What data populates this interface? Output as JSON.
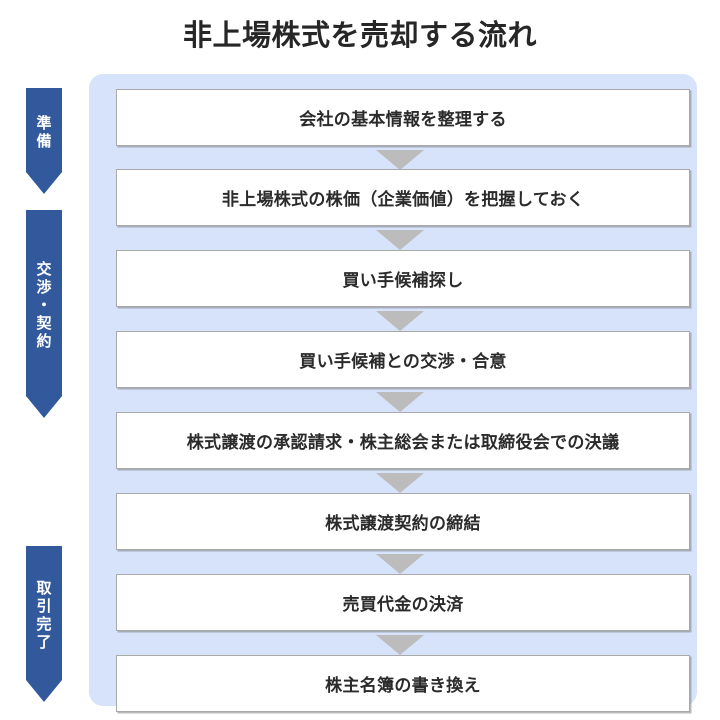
{
  "title": "非上場株式を売却する流れ",
  "colors": {
    "panel_background": "#d6e3fb",
    "phase_arrow": "#31599c",
    "step_box_background": "#ffffff",
    "step_box_border": "#a9a9a9",
    "connector": "#bcbcbc",
    "title_text": "#262626",
    "step_text": "#2b2b2b",
    "phase_text": "#ffffff"
  },
  "phases": [
    {
      "label": "準備",
      "chars": [
        "準",
        "備"
      ]
    },
    {
      "label": "交渉・契約",
      "chars": [
        "交",
        "渉",
        "・",
        "契",
        "約"
      ]
    },
    {
      "label": "取引完了",
      "chars": [
        "取",
        "引",
        "完",
        "了"
      ]
    }
  ],
  "steps": [
    {
      "index": 1,
      "label": "会社の基本情報を整理する"
    },
    {
      "index": 2,
      "label": "非上場株式の株価（企業価値）を把握しておく"
    },
    {
      "index": 3,
      "label": "買い手候補探し"
    },
    {
      "index": 4,
      "label": "買い手候補との交渉・合意"
    },
    {
      "index": 5,
      "label": "株式譲渡の承認請求・株主総会または取締役会での決議"
    },
    {
      "index": 6,
      "label": "株式譲渡契約の締結"
    },
    {
      "index": 7,
      "label": "売買代金の決済"
    },
    {
      "index": 8,
      "label": "株主名簿の書き換え"
    }
  ],
  "connector_count": 7,
  "chart_data": {
    "type": "flowchart",
    "title": "非上場株式を売却する流れ",
    "orientation": "vertical",
    "node_count": 8,
    "nodes": [
      "会社の基本情報を整理する",
      "非上場株式の株価（企業価値）を把握しておく",
      "買い手候補探し",
      "買い手候補との交渉・合意",
      "株式譲渡の承認請求・株主総会または取締役会での決議",
      "株式譲渡契約の締結",
      "売買代金の決済",
      "株主名簿の書き換え"
    ],
    "phase_groups": [
      {
        "name": "準備",
        "steps": [
          1,
          2
        ]
      },
      {
        "name": "交渉・契約",
        "steps": [
          3,
          4,
          5,
          6
        ]
      },
      {
        "name": "取引完了",
        "steps": [
          7,
          8
        ]
      }
    ]
  }
}
